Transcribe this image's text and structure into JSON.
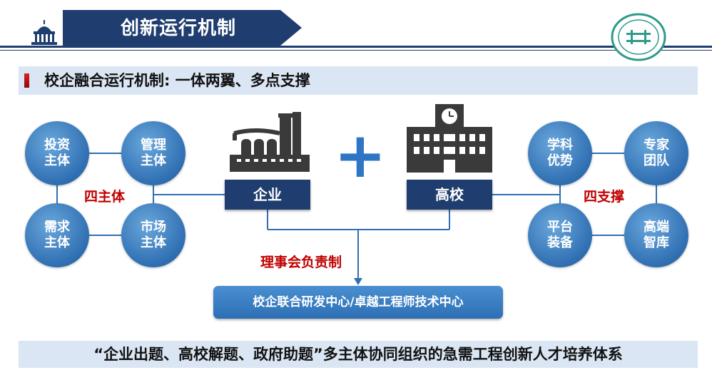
{
  "header": {
    "title": "创新运行机制"
  },
  "section": {
    "heading": "校企融合运行机制: 一体两翼、多点支撑"
  },
  "left_group": {
    "label": "四主体",
    "circles": [
      {
        "line1": "投资",
        "line2": "主体"
      },
      {
        "line1": "管理",
        "line2": "主体"
      },
      {
        "line1": "需求",
        "line2": "主体"
      },
      {
        "line1": "市场",
        "line2": "主体"
      }
    ]
  },
  "right_group": {
    "label": "四支撑",
    "circles": [
      {
        "line1": "学科",
        "line2": "优势"
      },
      {
        "line1": "专家",
        "line2": "团队"
      },
      {
        "line1": "平台",
        "line2": "装备"
      },
      {
        "line1": "高端",
        "line2": "智库"
      }
    ]
  },
  "center": {
    "enterprise_label": "企业",
    "university_label": "高校",
    "plus": "+",
    "responsibility_label": "理事会负责制",
    "center_box": "校企联合研发中心/卓越工程师技术中心"
  },
  "footer": {
    "summary": "“企业出题、高校解题、政府助题”多主体协同组织的急需工程创新人才培养体系"
  },
  "colors": {
    "navy": "#1f3d6e",
    "circle_blue": "#2f6fb2",
    "accent_red": "#c00000",
    "section_bg": "#dbe6f4",
    "plus_blue": "#2e75c4"
  },
  "icons": [
    "building-dome-icon",
    "factory-icon",
    "school-icon",
    "university-seal-icon"
  ]
}
